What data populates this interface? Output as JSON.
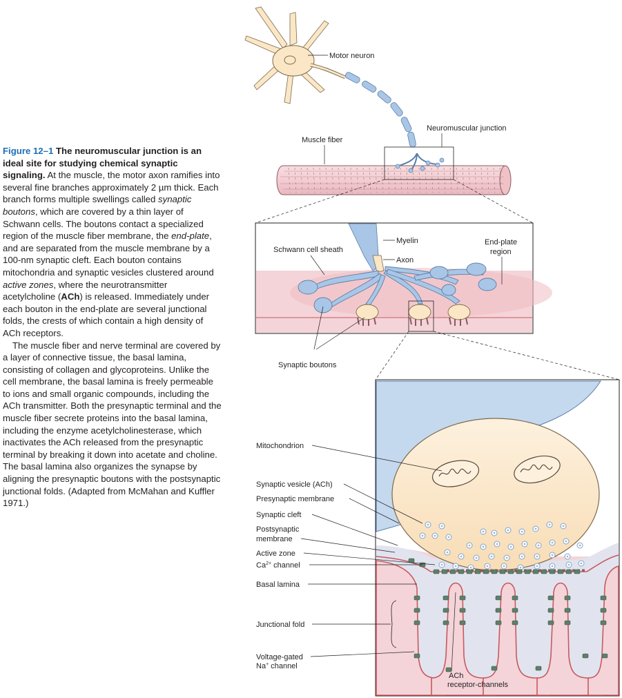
{
  "caption": {
    "label": "Figure 12–1",
    "title": "The neuromuscular junction is an ideal site for studying chemical synaptic signaling.",
    "p1": [
      {
        "t": " At the muscle, the motor axon ramifies into several fine branches approximately 2 µm thick. Each branch forms multiple swellings called "
      },
      {
        "t": "synaptic boutons",
        "i": true
      },
      {
        "t": ", which are covered by a thin layer of Schwann cells. The boutons contact a specialized region of the muscle fiber membrane, the "
      },
      {
        "t": "end-plate",
        "i": true
      },
      {
        "t": ", and are separated from the muscle membrane by a 100-nm synaptic cleft. Each bouton contains mitochondria and synaptic vesicles clustered around "
      },
      {
        "t": "active zones",
        "i": true
      },
      {
        "t": ", where the neurotransmitter acetylcholine ("
      },
      {
        "t": "ACh",
        "b": true
      },
      {
        "t": ") is released. Immediately under each bouton in the end-plate are several junctional folds, the crests of which contain a high density of ACh receptors."
      }
    ],
    "p2": "The muscle fiber and nerve terminal are covered by a layer of connective tissue, the basal lamina, consisting of collagen and glycoproteins. Unlike the cell membrane, the basal lamina is freely permeable to ions and small organic compounds, including the ACh transmitter. Both the presynaptic terminal and the muscle fiber secrete proteins into the basal lamina, including the enzyme acetylcholinesterase, which inactivates the ACh released from the presynaptic terminal by breaking it down into acetate and choline. The basal lamina also organizes the synapse by aligning the presynaptic boutons with the postsynaptic junctional folds. (Adapted from McMahan and Kuffler 1971.)"
  },
  "labels": {
    "motor_neuron": "Motor neuron",
    "muscle_fiber": "Muscle fiber",
    "neuromuscular_junction": "Neuromuscular junction",
    "myelin": "Myelin",
    "axon": "Axon",
    "schwann_sheath": "Schwann cell sheath",
    "endplate_1": "End-plate",
    "endplate_2": "region",
    "synaptic_boutons": "Synaptic boutons",
    "mitochondrion": "Mitochondrion",
    "synaptic_vesicle": "Synaptic vesicle (ACh)",
    "presynaptic_membrane": "Presynaptic membrane",
    "synaptic_cleft": "Synaptic cleft",
    "postsynaptic_1": "Postsynaptic",
    "postsynaptic_2": "membrane",
    "active_zone": "Active zone",
    "ca_channel_pre": "Ca",
    "ca_channel_sup": "2+",
    "ca_channel_post": " channel",
    "basal_lamina": "Basal lamina",
    "junctional_fold": "Junctional fold",
    "vg_1": "Voltage-gated",
    "vg_2_pre": "Na",
    "vg_2_sup": "+",
    "vg_2_post": " channel",
    "ach_1": "ACh",
    "ach_2": "receptor-channels"
  },
  "colors": {
    "caption_label": "#1f6fb5",
    "axon_blue": "#a9c6e6",
    "bouton_cream": "#fbe7c6",
    "muscle_pink": "#f4d4d8",
    "membrane_red": "#c9585f",
    "channel_green": "#5e7f6a"
  }
}
